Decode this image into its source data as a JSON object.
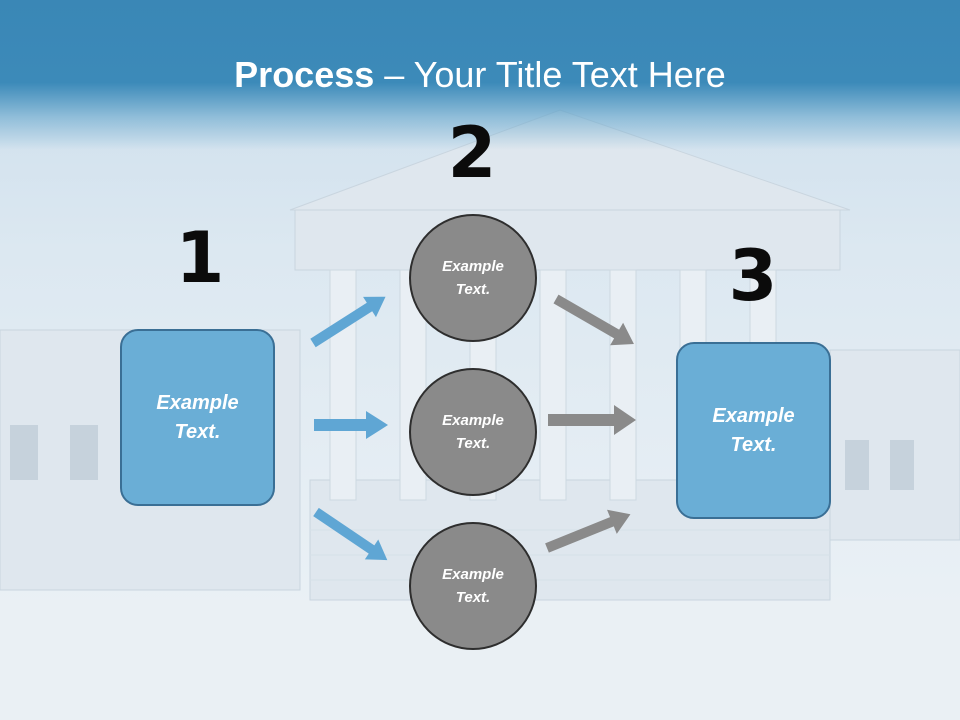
{
  "title": {
    "bold": "Process",
    "rest": " – Your Title Text Here"
  },
  "steps": {
    "one": "1",
    "two": "2",
    "three": "3"
  },
  "boxes": {
    "left": "Example Text.",
    "right": "Example Text."
  },
  "circles": {
    "top": "Example Text.",
    "middle": "Example Text.",
    "bottom": "Example Text."
  },
  "colors": {
    "header": "#3c8ab9",
    "box": "#6aaed6",
    "circle": "#8a8a8a",
    "arrow_blue": "#5fa6d4",
    "arrow_gray": "#8a8a8a"
  }
}
